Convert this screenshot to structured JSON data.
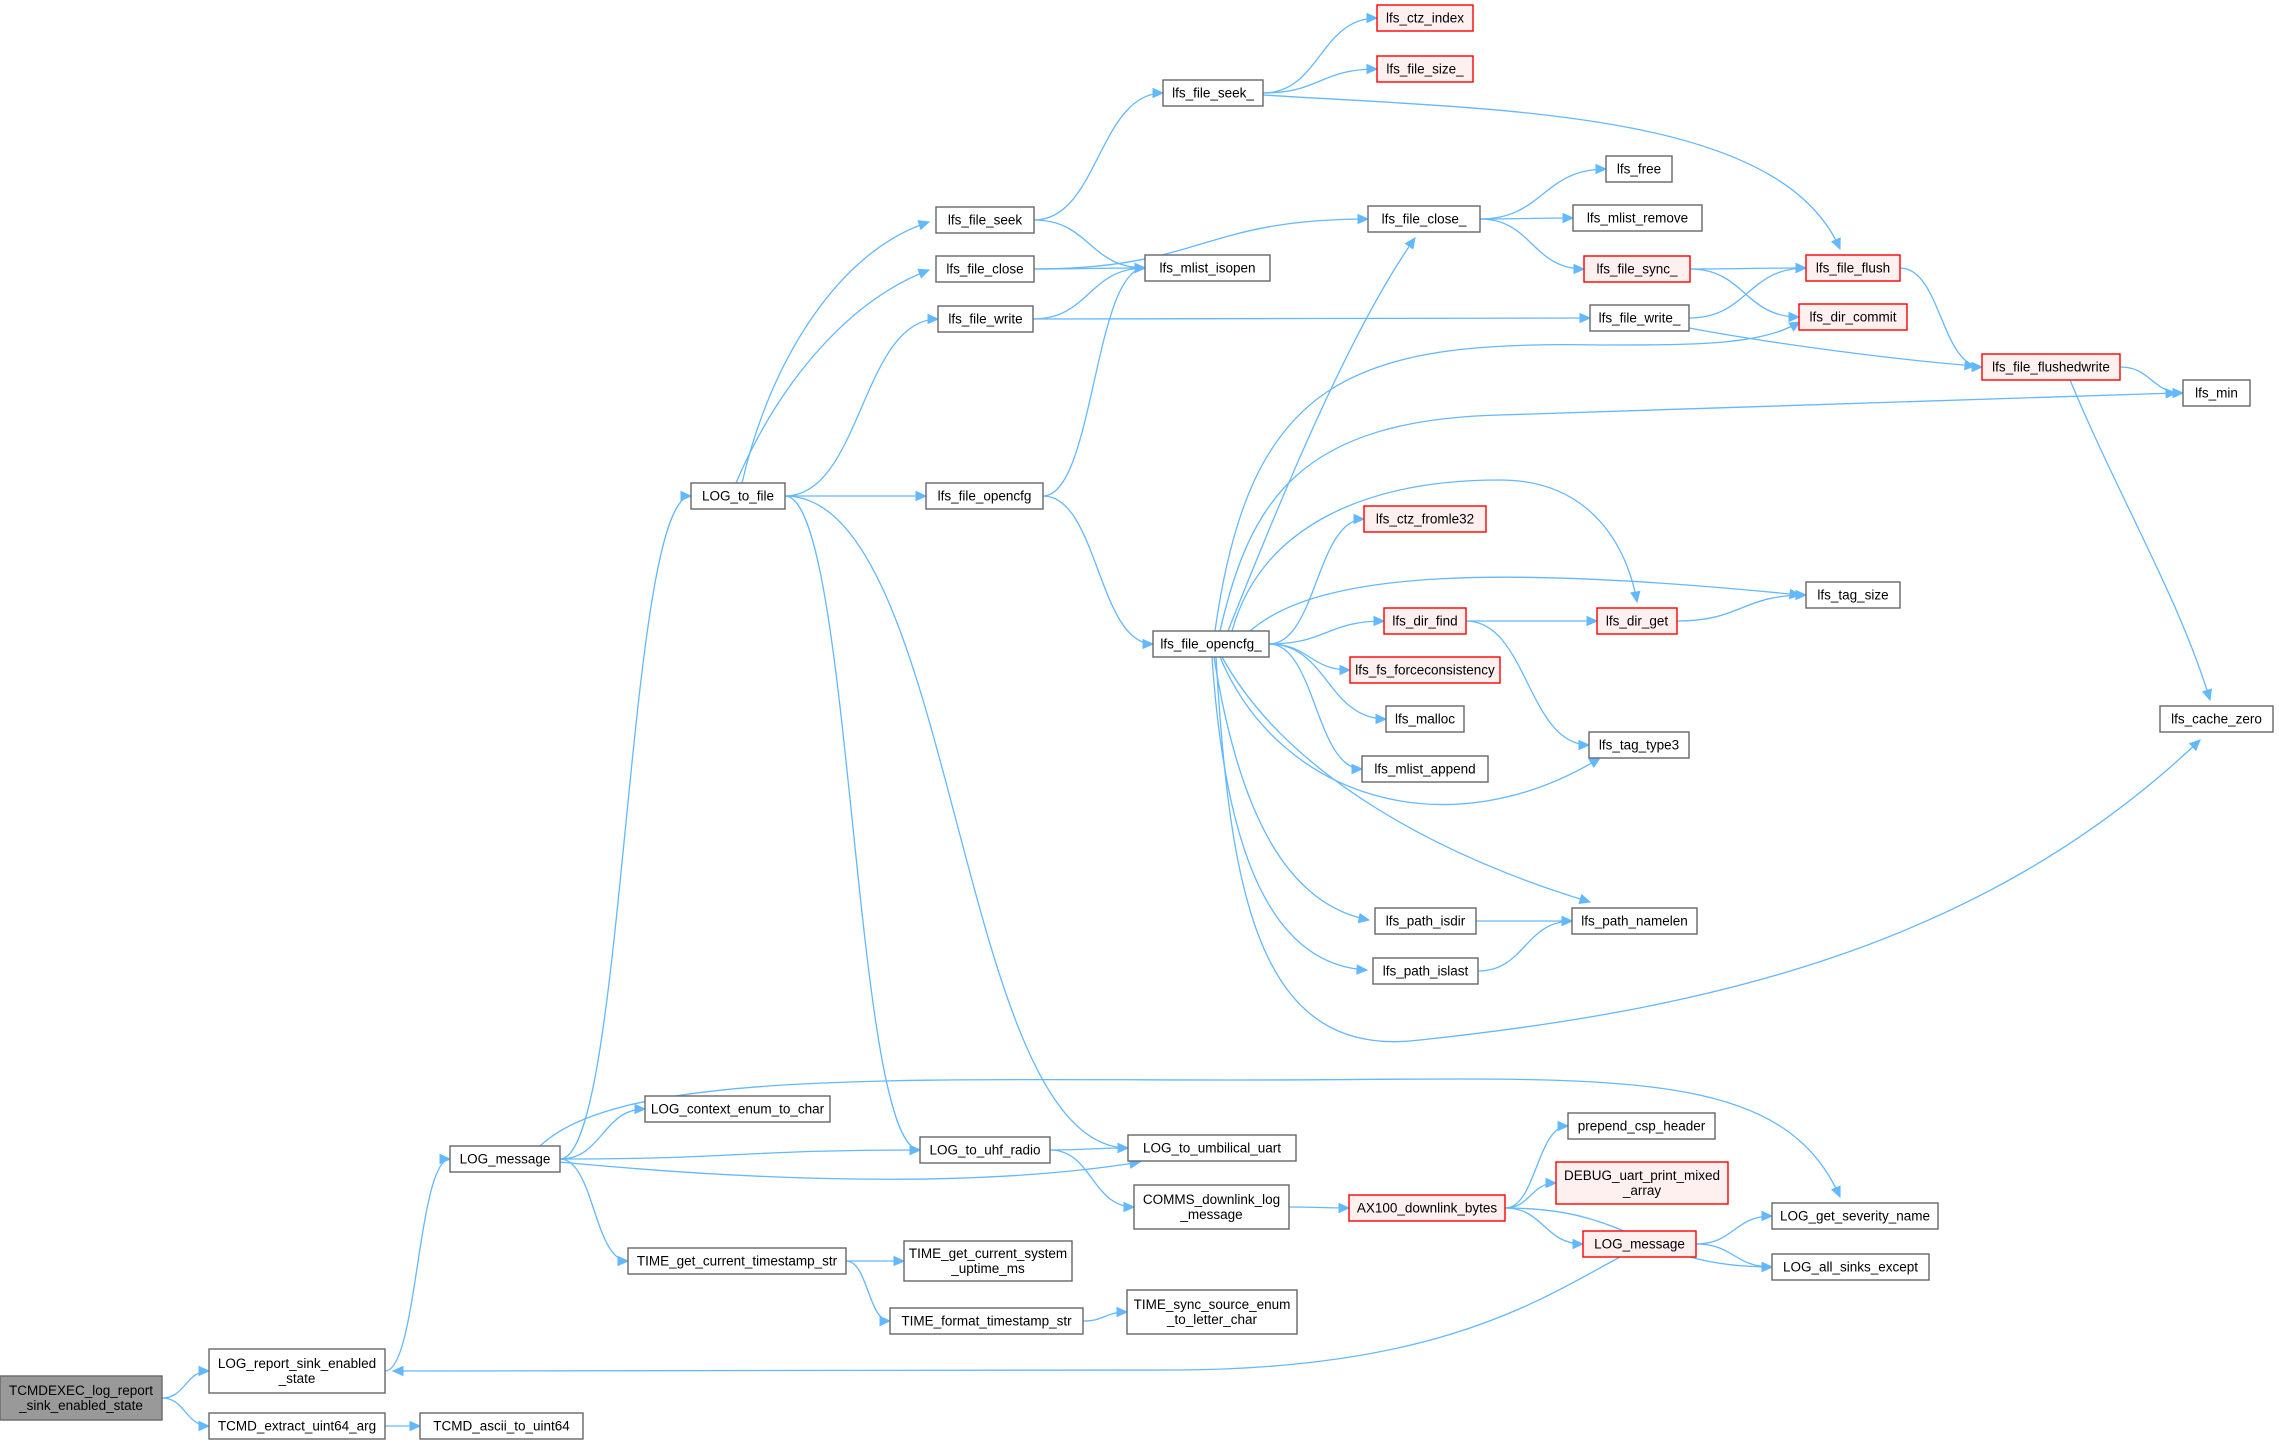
{
  "style": {
    "edge_color": "#63b8ff",
    "node_fill": "#ffffff",
    "node_border": "#666666",
    "truncated_border": "#ff0000",
    "truncated_fill": "#fff0f0",
    "root_fill": "#999999",
    "root_border": "#666666"
  },
  "nodes": [
    {
      "id": "root",
      "lines": [
        "TCMDEXEC_log_report",
        "_sink_enabled_state"
      ],
      "kind": "root"
    },
    {
      "id": "log_report_sink",
      "lines": [
        "LOG_report_sink_enabled",
        "_state"
      ],
      "kind": "normal"
    },
    {
      "id": "tcmd_extract",
      "lines": [
        "TCMD_extract_uint64_arg"
      ],
      "kind": "normal"
    },
    {
      "id": "tcmd_ascii",
      "lines": [
        "TCMD_ascii_to_uint64"
      ],
      "kind": "normal"
    },
    {
      "id": "log_message",
      "lines": [
        "LOG_message"
      ],
      "kind": "normal"
    },
    {
      "id": "log_to_file",
      "lines": [
        "LOG_to_file"
      ],
      "kind": "normal"
    },
    {
      "id": "log_context",
      "lines": [
        "LOG_context_enum_to_char"
      ],
      "kind": "normal"
    },
    {
      "id": "log_to_uhf",
      "lines": [
        "LOG_to_uhf_radio"
      ],
      "kind": "normal"
    },
    {
      "id": "log_to_umb",
      "lines": [
        "LOG_to_umbilical_uart"
      ],
      "kind": "normal"
    },
    {
      "id": "time_get_ts",
      "lines": [
        "TIME_get_current_timestamp_str"
      ],
      "kind": "normal"
    },
    {
      "id": "time_uptime",
      "lines": [
        "TIME_get_current_system",
        "_uptime_ms"
      ],
      "kind": "normal"
    },
    {
      "id": "time_format",
      "lines": [
        "TIME_format_timestamp_str"
      ],
      "kind": "normal"
    },
    {
      "id": "time_sync",
      "lines": [
        "TIME_sync_source_enum",
        "_to_letter_char"
      ],
      "kind": "normal"
    },
    {
      "id": "comms_downlink",
      "lines": [
        "COMMS_downlink_log",
        "_message"
      ],
      "kind": "normal"
    },
    {
      "id": "ax100",
      "lines": [
        "AX100_downlink_bytes"
      ],
      "kind": "truncated"
    },
    {
      "id": "prepend_csp",
      "lines": [
        "prepend_csp_header"
      ],
      "kind": "normal"
    },
    {
      "id": "debug_uart",
      "lines": [
        "DEBUG_uart_print_mixed",
        "_array"
      ],
      "kind": "truncated"
    },
    {
      "id": "log_message2",
      "lines": [
        "LOG_message"
      ],
      "kind": "truncated"
    },
    {
      "id": "log_severity",
      "lines": [
        "LOG_get_severity_name"
      ],
      "kind": "normal"
    },
    {
      "id": "log_all_sinks",
      "lines": [
        "LOG_all_sinks_except"
      ],
      "kind": "normal"
    },
    {
      "id": "lfs_file_seek",
      "lines": [
        "lfs_file_seek"
      ],
      "kind": "normal"
    },
    {
      "id": "lfs_file_close",
      "lines": [
        "lfs_file_close"
      ],
      "kind": "normal"
    },
    {
      "id": "lfs_file_write",
      "lines": [
        "lfs_file_write"
      ],
      "kind": "normal"
    },
    {
      "id": "lfs_file_opencfg",
      "lines": [
        "lfs_file_opencfg"
      ],
      "kind": "normal"
    },
    {
      "id": "lfs_file_seek_",
      "lines": [
        "lfs_file_seek_"
      ],
      "kind": "normal"
    },
    {
      "id": "lfs_mlist_isopen",
      "lines": [
        "lfs_mlist_isopen"
      ],
      "kind": "normal"
    },
    {
      "id": "lfs_file_opencfg_",
      "lines": [
        "lfs_file_opencfg_"
      ],
      "kind": "normal"
    },
    {
      "id": "lfs_ctz_index",
      "lines": [
        "lfs_ctz_index"
      ],
      "kind": "truncated"
    },
    {
      "id": "lfs_file_size_",
      "lines": [
        "lfs_file_size_"
      ],
      "kind": "truncated"
    },
    {
      "id": "lfs_file_close_",
      "lines": [
        "lfs_file_close_"
      ],
      "kind": "normal"
    },
    {
      "id": "lfs_file_write_",
      "lines": [
        "lfs_file_write_"
      ],
      "kind": "normal"
    },
    {
      "id": "lfs_free",
      "lines": [
        "lfs_free"
      ],
      "kind": "normal"
    },
    {
      "id": "lfs_mlist_remove",
      "lines": [
        "lfs_mlist_remove"
      ],
      "kind": "normal"
    },
    {
      "id": "lfs_file_sync_",
      "lines": [
        "lfs_file_sync_"
      ],
      "kind": "truncated"
    },
    {
      "id": "lfs_file_flush",
      "lines": [
        "lfs_file_flush"
      ],
      "kind": "truncated"
    },
    {
      "id": "lfs_dir_commit",
      "lines": [
        "lfs_dir_commit"
      ],
      "kind": "truncated"
    },
    {
      "id": "lfs_file_flushedwrite",
      "lines": [
        "lfs_file_flushedwrite"
      ],
      "kind": "truncated"
    },
    {
      "id": "lfs_min",
      "lines": [
        "lfs_min"
      ],
      "kind": "normal"
    },
    {
      "id": "lfs_cache_zero",
      "lines": [
        "lfs_cache_zero"
      ],
      "kind": "normal"
    },
    {
      "id": "lfs_ctz_fromle32",
      "lines": [
        "lfs_ctz_fromle32"
      ],
      "kind": "truncated"
    },
    {
      "id": "lfs_dir_find",
      "lines": [
        "lfs_dir_find"
      ],
      "kind": "truncated"
    },
    {
      "id": "lfs_dir_get",
      "lines": [
        "lfs_dir_get"
      ],
      "kind": "truncated"
    },
    {
      "id": "lfs_tag_size",
      "lines": [
        "lfs_tag_size"
      ],
      "kind": "normal"
    },
    {
      "id": "lfs_fs_force",
      "lines": [
        "lfs_fs_forceconsistency"
      ],
      "kind": "truncated"
    },
    {
      "id": "lfs_malloc",
      "lines": [
        "lfs_malloc"
      ],
      "kind": "normal"
    },
    {
      "id": "lfs_mlist_append",
      "lines": [
        "lfs_mlist_append"
      ],
      "kind": "normal"
    },
    {
      "id": "lfs_tag_type3",
      "lines": [
        "lfs_tag_type3"
      ],
      "kind": "normal"
    },
    {
      "id": "lfs_path_isdir",
      "lines": [
        "lfs_path_isdir"
      ],
      "kind": "normal"
    },
    {
      "id": "lfs_path_namelen",
      "lines": [
        "lfs_path_namelen"
      ],
      "kind": "normal"
    },
    {
      "id": "lfs_path_islast",
      "lines": [
        "lfs_path_islast"
      ],
      "kind": "normal"
    }
  ],
  "edges": [
    [
      "root",
      "log_report_sink"
    ],
    [
      "root",
      "tcmd_extract"
    ],
    [
      "tcmd_extract",
      "tcmd_ascii"
    ],
    [
      "log_report_sink",
      "log_message"
    ],
    [
      "log_message",
      "log_to_file"
    ],
    [
      "log_message",
      "log_context"
    ],
    [
      "log_message",
      "log_to_uhf"
    ],
    [
      "log_message",
      "log_to_umb"
    ],
    [
      "log_message",
      "time_get_ts"
    ],
    [
      "log_message",
      "log_severity"
    ],
    [
      "time_get_ts",
      "time_uptime"
    ],
    [
      "time_get_ts",
      "time_format"
    ],
    [
      "time_format",
      "time_sync"
    ],
    [
      "log_to_uhf",
      "log_to_umb"
    ],
    [
      "log_to_uhf",
      "comms_downlink"
    ],
    [
      "comms_downlink",
      "ax100"
    ],
    [
      "ax100",
      "prepend_csp"
    ],
    [
      "ax100",
      "debug_uart"
    ],
    [
      "ax100",
      "log_message2"
    ],
    [
      "ax100",
      "log_all_sinks"
    ],
    [
      "log_message2",
      "log_severity"
    ],
    [
      "log_message2",
      "log_all_sinks"
    ],
    [
      "log_message2",
      "log_report_sink"
    ],
    [
      "log_to_file",
      "lfs_file_seek"
    ],
    [
      "log_to_file",
      "lfs_file_close"
    ],
    [
      "log_to_file",
      "lfs_file_write"
    ],
    [
      "log_to_file",
      "lfs_file_opencfg"
    ],
    [
      "log_to_file",
      "log_to_uhf"
    ],
    [
      "log_to_file",
      "log_to_umb"
    ],
    [
      "lfs_file_seek",
      "lfs_file_seek_"
    ],
    [
      "lfs_file_seek",
      "lfs_mlist_isopen"
    ],
    [
      "lfs_file_close",
      "lfs_mlist_isopen"
    ],
    [
      "lfs_file_close",
      "lfs_file_close_"
    ],
    [
      "lfs_file_write",
      "lfs_mlist_isopen"
    ],
    [
      "lfs_file_write",
      "lfs_file_write_"
    ],
    [
      "lfs_file_opencfg",
      "lfs_mlist_isopen"
    ],
    [
      "lfs_file_opencfg",
      "lfs_file_opencfg_"
    ],
    [
      "lfs_file_seek_",
      "lfs_ctz_index"
    ],
    [
      "lfs_file_seek_",
      "lfs_file_size_"
    ],
    [
      "lfs_file_seek_",
      "lfs_file_flush"
    ],
    [
      "lfs_file_close_",
      "lfs_free"
    ],
    [
      "lfs_file_close_",
      "lfs_mlist_remove"
    ],
    [
      "lfs_file_close_",
      "lfs_file_sync_"
    ],
    [
      "lfs_file_sync_",
      "lfs_file_flush"
    ],
    [
      "lfs_file_sync_",
      "lfs_dir_commit"
    ],
    [
      "lfs_file_write_",
      "lfs_file_flush"
    ],
    [
      "lfs_file_write_",
      "lfs_file_flushedwrite"
    ],
    [
      "lfs_file_flush",
      "lfs_file_flushedwrite"
    ],
    [
      "lfs_file_flushedwrite",
      "lfs_min"
    ],
    [
      "lfs_file_flushedwrite",
      "lfs_cache_zero"
    ],
    [
      "lfs_file_opencfg_",
      "lfs_file_close_"
    ],
    [
      "lfs_file_opencfg_",
      "lfs_dir_commit"
    ],
    [
      "lfs_file_opencfg_",
      "lfs_min"
    ],
    [
      "lfs_file_opencfg_",
      "lfs_ctz_fromle32"
    ],
    [
      "lfs_file_opencfg_",
      "lfs_dir_get"
    ],
    [
      "lfs_file_opencfg_",
      "lfs_tag_size"
    ],
    [
      "lfs_file_opencfg_",
      "lfs_dir_find"
    ],
    [
      "lfs_file_opencfg_",
      "lfs_fs_force"
    ],
    [
      "lfs_file_opencfg_",
      "lfs_malloc"
    ],
    [
      "lfs_file_opencfg_",
      "lfs_mlist_append"
    ],
    [
      "lfs_file_opencfg_",
      "lfs_tag_type3"
    ],
    [
      "lfs_file_opencfg_",
      "lfs_path_namelen"
    ],
    [
      "lfs_file_opencfg_",
      "lfs_path_isdir"
    ],
    [
      "lfs_file_opencfg_",
      "lfs_path_islast"
    ],
    [
      "lfs_file_opencfg_",
      "lfs_cache_zero"
    ],
    [
      "lfs_dir_find",
      "lfs_dir_get"
    ],
    [
      "lfs_dir_find",
      "lfs_tag_type3"
    ],
    [
      "lfs_dir_get",
      "lfs_tag_size"
    ],
    [
      "lfs_path_isdir",
      "lfs_path_namelen"
    ],
    [
      "lfs_path_islast",
      "lfs_path_namelen"
    ]
  ]
}
